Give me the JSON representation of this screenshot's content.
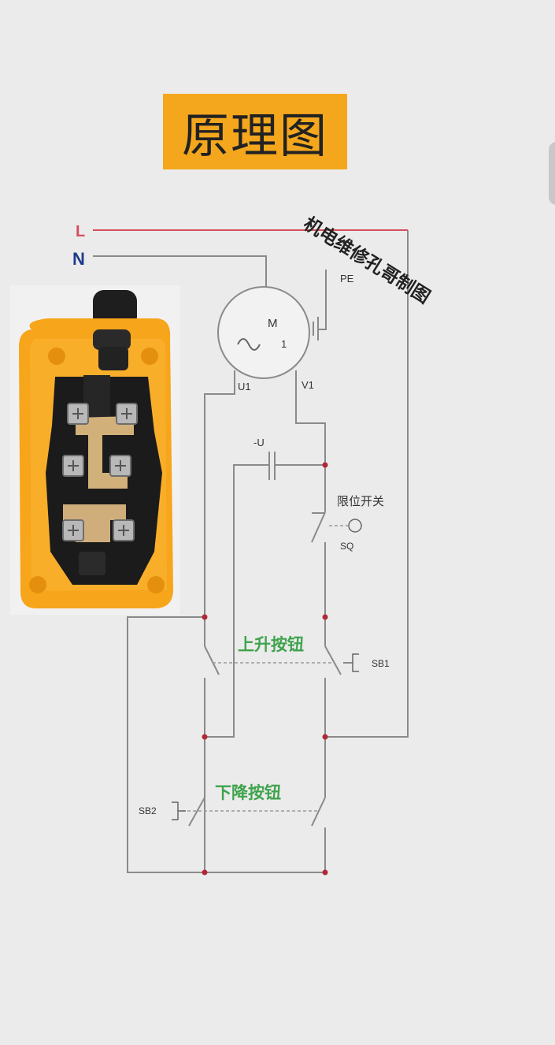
{
  "title": "原理图",
  "watermark": "机电维修孔哥制图",
  "terminals": {
    "line": "L",
    "neutral": "N"
  },
  "motor": {
    "letter": "M",
    "phase": "1",
    "ground": "PE",
    "terminal_u": "U1",
    "terminal_v": "V1"
  },
  "capacitor_label": "-U",
  "limit_switch": {
    "name": "限位开关",
    "code": "SQ"
  },
  "up_button": {
    "name": "上升按钮",
    "code": "SB1"
  },
  "down_button": {
    "name": "下降按钮",
    "code": "SB2"
  },
  "photo_icon": "pendant-switch-box-photo",
  "colors": {
    "line_wire": "#d4505c",
    "neutral_label": "#1d3a8a",
    "title_bg": "#f4a71d",
    "button_label": "#3fa34d",
    "junction": "#b1283a",
    "wire": "#8a8a8a",
    "enclosure": "#f7a51b"
  }
}
